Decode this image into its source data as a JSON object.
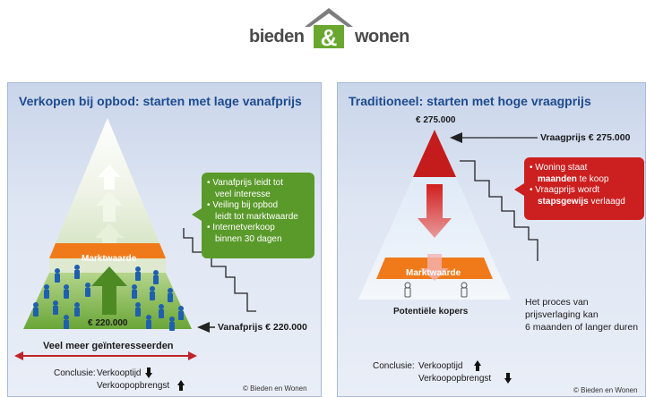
{
  "logo": {
    "left": "bieden",
    "right": "wonen"
  },
  "left_panel": {
    "title": "Verkopen bij opbod: starten met lage vanafprijs",
    "market_label": "Marktwaarde",
    "price_inside": "€ 220.000",
    "start_price": "Vanafprijs € 220.000",
    "arrow_label": "Veel meer geïnteresseerden",
    "bullets": [
      [
        "Vanafprijs leidt tot",
        "veel interesse"
      ],
      [
        "Veiling bij opbod",
        "leidt tot marktwaarde"
      ],
      [
        "Internetverkoop",
        "binnen 30 dagen"
      ]
    ],
    "conclusion_label": "Conclusie:",
    "conclusion_1": "Verkooptijd",
    "conclusion_2": "Verkoopopbrengst",
    "credit": "© Bieden en Wonen"
  },
  "right_panel": {
    "title": "Traditioneel: starten met hoge vraagprijs",
    "top_price": "€ 275.000",
    "asking_price": "Vraagprijs € 275.000",
    "market_label": "Marktwaarde",
    "buyers_label": "Potentiële kopers",
    "red_1a": "Woning staat",
    "red_1b_bold": "maanden",
    "red_1b_rest": " te koop",
    "red_2a": "Vraagprijs wordt",
    "red_2b_bold": "stapsgewijs",
    "red_2b_rest": " verlaagd",
    "process_1": "Het proces van",
    "process_2": "prijsverlaging kan",
    "process_3": "6 maanden of langer duren",
    "conclusion_label": "Conclusie:",
    "conclusion_1": "Verkooptijd",
    "conclusion_2": "Verkoopopbrengst",
    "credit": "© Bieden en Wonen"
  },
  "colors": {
    "title_blue": "#1d4a8e",
    "orange": "#f07a1a",
    "green": "#5a9a2a",
    "red": "#cc1f1f",
    "person_blue": "#1f5fb0"
  }
}
